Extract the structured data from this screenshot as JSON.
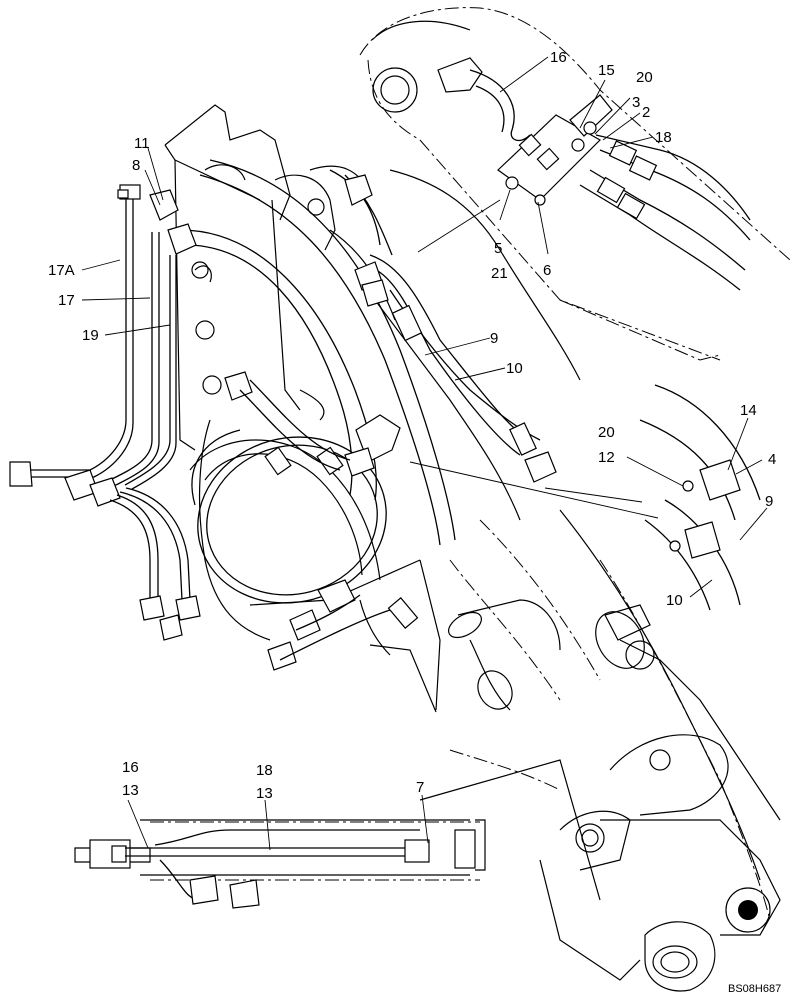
{
  "drawing": {
    "code": "BS08H687",
    "callouts": {
      "c16_top": "16",
      "c15": "15",
      "c20_top": "20",
      "c3": "3",
      "c2": "2",
      "c18_top": "18",
      "c11": "11",
      "c8": "8",
      "c17A": "17A",
      "c17": "17",
      "c19": "19",
      "c5": "5",
      "c21": "21",
      "c6": "6",
      "c9_mid": "9",
      "c10_mid": "10",
      "c14": "14",
      "c20_right": "20",
      "c12": "12",
      "c4": "4",
      "c9_right": "9",
      "c10_right": "10",
      "c16_bot": "16",
      "c13_left": "13",
      "c18_bot": "18",
      "c13_mid": "13",
      "c7": "7"
    }
  }
}
